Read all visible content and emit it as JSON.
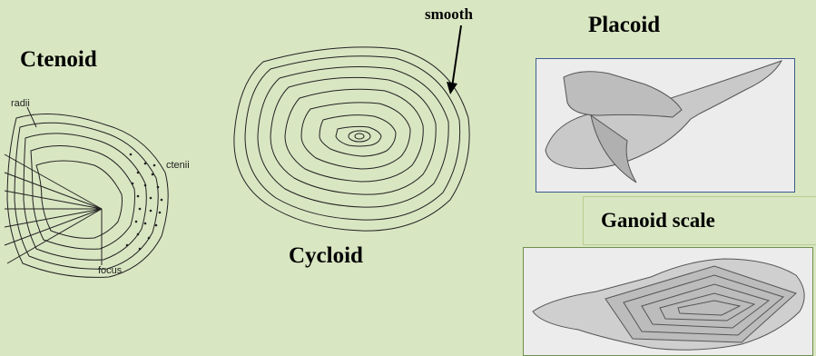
{
  "labels": {
    "ctenoid": "Ctenoid",
    "cycloid": "Cycloid",
    "placoid": "Placoid",
    "ganoid": "Ganoid scale",
    "smooth": "smooth",
    "radii": "radii",
    "ctenii": "ctenii",
    "focus": "focus"
  },
  "colors": {
    "background": "#d9e6c2",
    "panel": "#ececec",
    "panel_border": "#3b5b8c",
    "ink": "#1a1a1a"
  }
}
